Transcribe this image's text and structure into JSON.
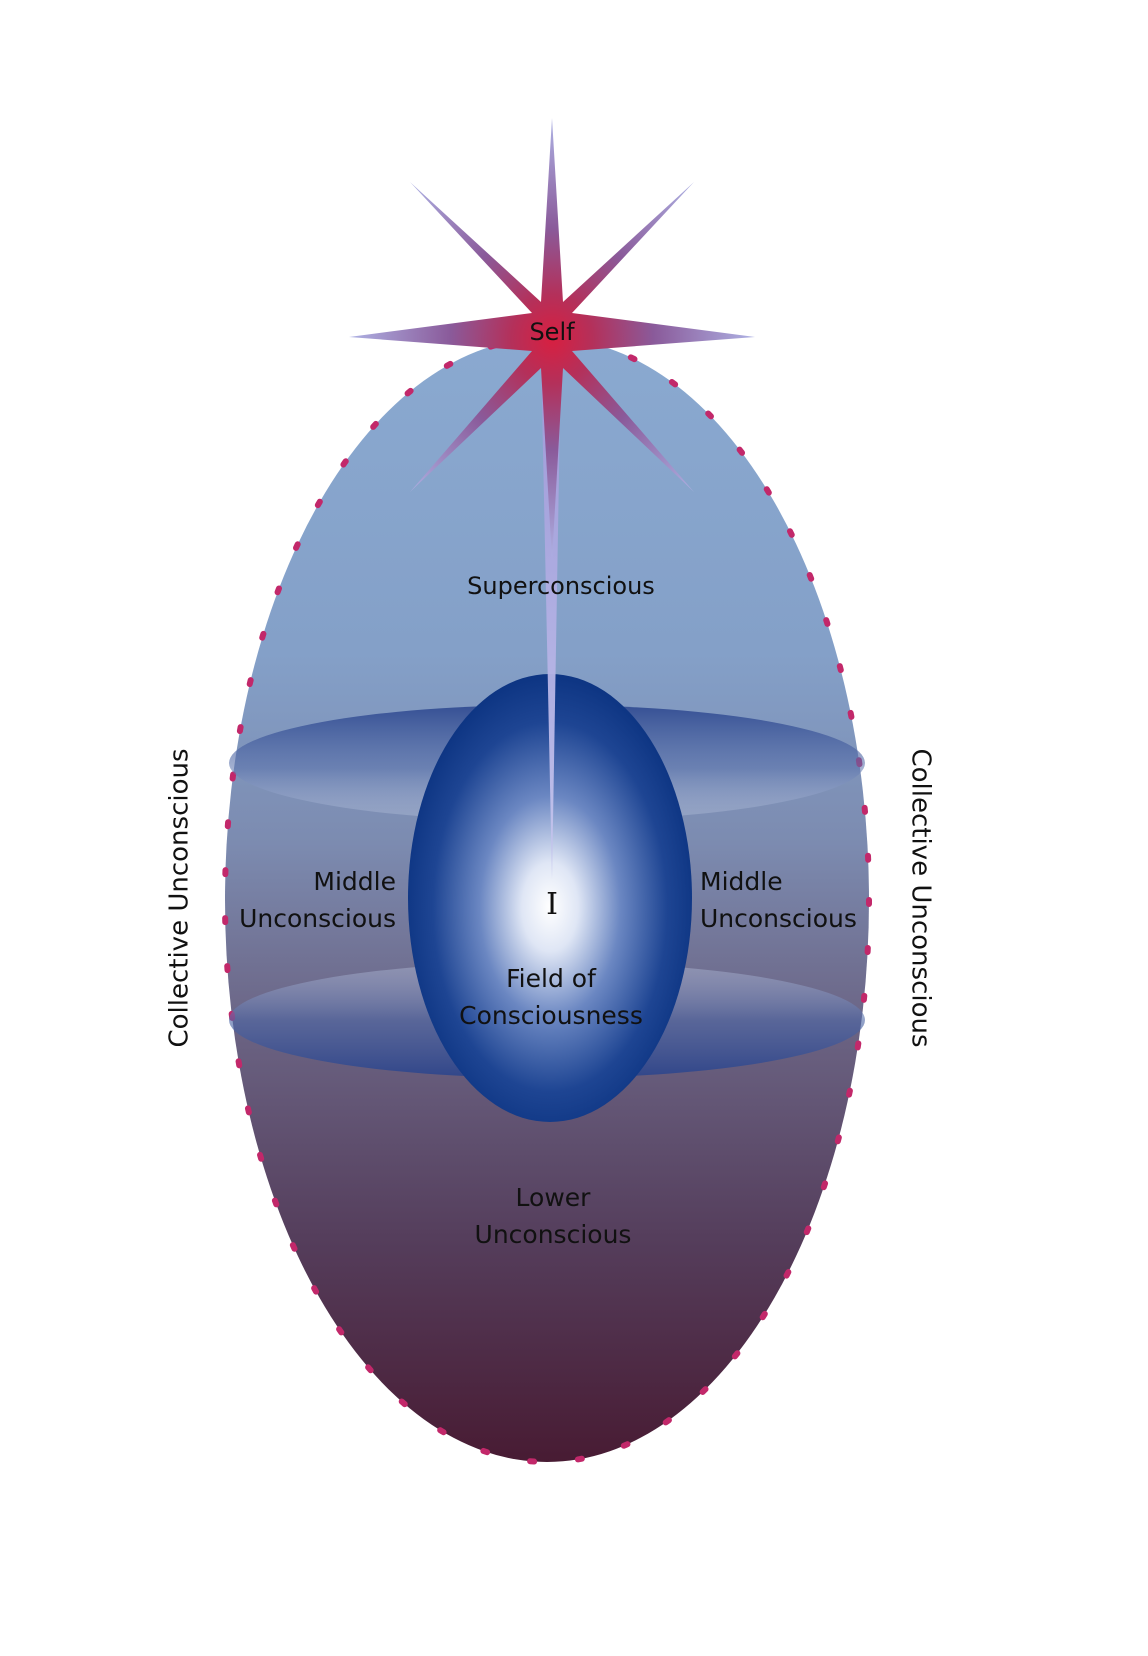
{
  "labels": {
    "self": "Self",
    "superconscious": "Superconscious",
    "middle_left": [
      "Middle",
      "Unconscious"
    ],
    "middle_right": [
      "Middle",
      "Unconscious"
    ],
    "i": "I",
    "field": [
      "Field of",
      "Consciousness"
    ],
    "lower": [
      "Lower",
      "Unconscious"
    ],
    "collective_left": "Collective Unconscious",
    "collective_right": "Collective Unconscious"
  },
  "colors": {
    "egg_top": "#86a6cc",
    "egg_middle": "#7c8eb4",
    "egg_lower": "#5e4d6e",
    "egg_bottom": "#4a1f36",
    "boundary_dots": "#c2286a",
    "field_blue": "#0b3685",
    "band_blue": "#2a4790",
    "star_core": "#d0224a",
    "star_tips": "#a7a8de",
    "ray": "#b4b2e4"
  }
}
